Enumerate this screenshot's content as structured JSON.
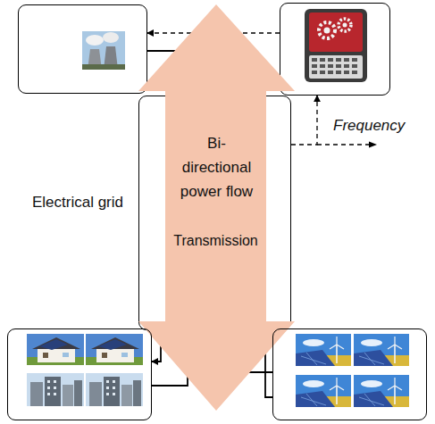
{
  "diagram": {
    "nodes": [
      {
        "text": []
      },
      {
        "text": []
      },
      {
        "text": [
          "Electrical grid",
          "Transmission"
        ]
      },
      {
        "text": [
          "Bi-directional power flow"
        ]
      },
      {
        "text": []
      },
      {
        "text": []
      }
    ],
    "edges": [
      {
        "from": 1,
        "to": 0,
        "arrow": "to"
      },
      {
        "from": 0,
        "to": 2,
        "arrow": "none"
      },
      {
        "from": 2,
        "to": 1,
        "arrow": "to"
      },
      {
        "from": 2,
        "to": 4,
        "arrow": "to"
      },
      {
        "from": 2,
        "to": 4,
        "arrow": "none"
      },
      {
        "from": 2,
        "to": 5,
        "arrow": "none"
      },
      {
        "from": 2,
        "to": 5,
        "arrow": "none"
      }
    ],
    "labels": [
      "Frequency"
    ]
  }
}
